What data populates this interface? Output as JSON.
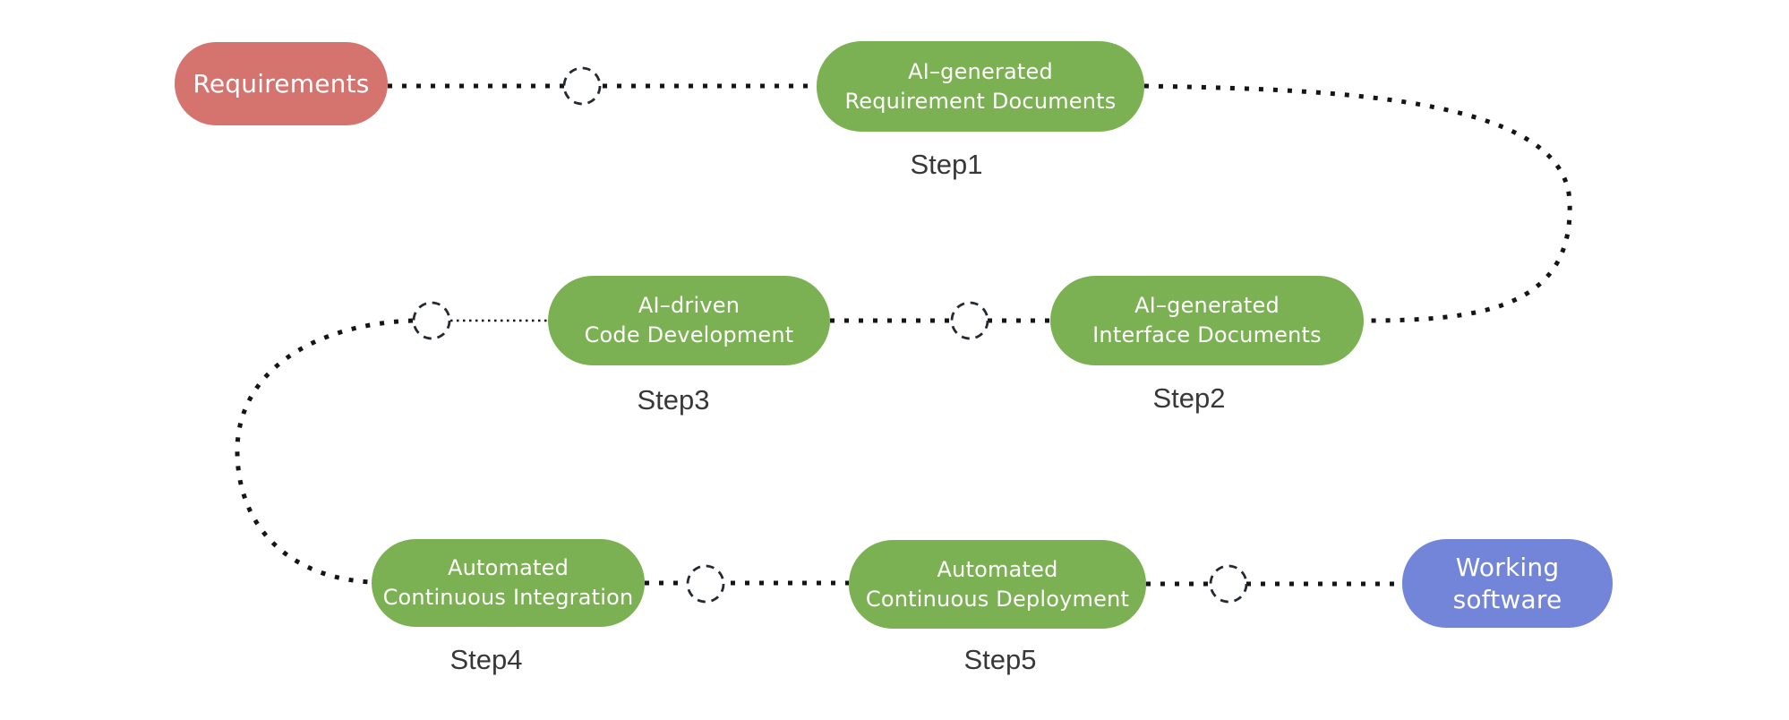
{
  "flow": {
    "start": {
      "label": "Requirements"
    },
    "steps": [
      {
        "id": "step1",
        "line1": "AI–generated",
        "line2": "Requirement Documents",
        "label": "Step1"
      },
      {
        "id": "step2",
        "line1": "AI–generated",
        "line2": "Interface Documents",
        "label": "Step2"
      },
      {
        "id": "step3",
        "line1": "AI–driven",
        "line2": "Code Development",
        "label": "Step3"
      },
      {
        "id": "step4",
        "line1": "Automated",
        "line2": "Continuous Integration",
        "label": "Step4"
      },
      {
        "id": "step5",
        "line1": "Automated",
        "line2": "Continuous Deployment",
        "label": "Step5"
      }
    ],
    "end": {
      "line1": "Working",
      "line2": "software"
    }
  },
  "colors": {
    "input_node": "#d5746e",
    "process_node": "#7bb152",
    "output_node": "#7285d9",
    "step_text": "#383838",
    "connector": "#151515",
    "junction_stroke": "#252a31"
  }
}
